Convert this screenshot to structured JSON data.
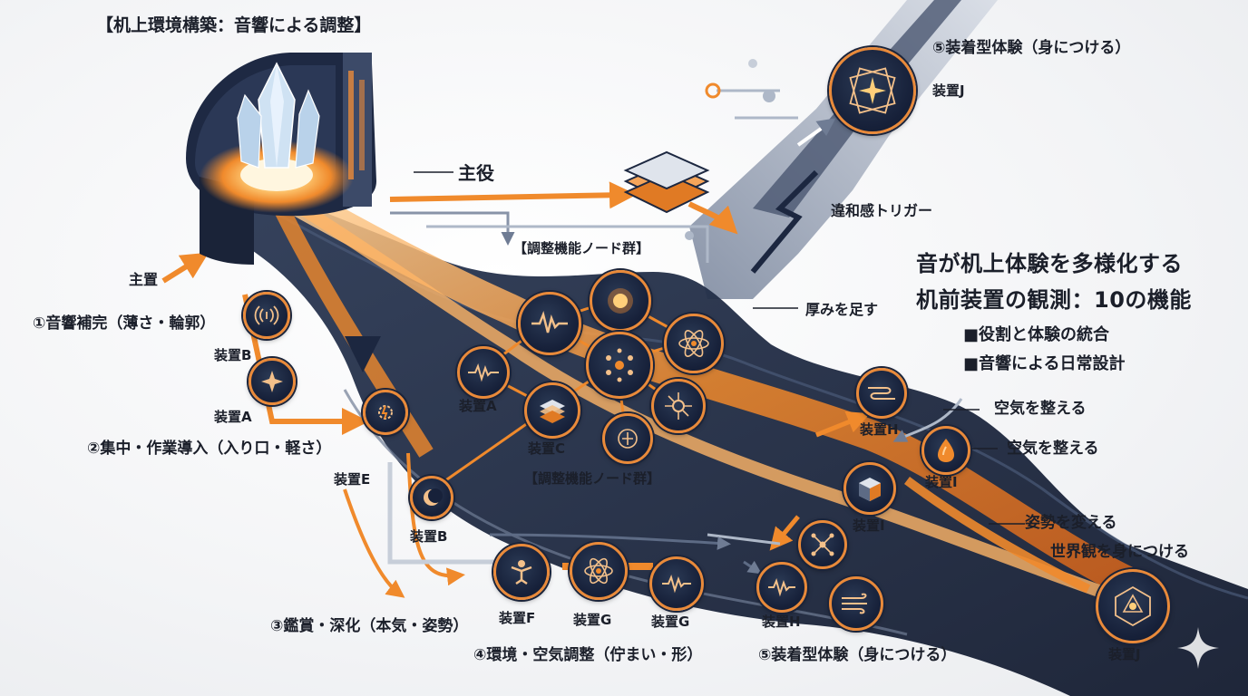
{
  "title": "【机上環境構築：音響による調整】",
  "headline": {
    "line1": "音が机上体験を多様化する",
    "line2": "机前装置の観測：10の機能",
    "bullet1": "■役割と体験の統合",
    "bullet2": "■音響による日常設計"
  },
  "labels": {
    "shuyaku": "主役",
    "shuchi": "主置",
    "node_group_top": "【調整機能ノード群】",
    "node_group_bottom": "【調整機能ノード群】",
    "iwakan": "違和感トリガー",
    "atsumi": "厚みを足す",
    "kuki1": "空気を整える",
    "kuki2": "空気を整える",
    "shisei": "姿勢を変える",
    "sekaikan": "世界観を身につける"
  },
  "stages": {
    "s1": "①音響補完（薄さ・輪郭）",
    "s2": "②集中・作業導入（入り口・軽さ）",
    "s3": "③鑑賞・深化（本気・姿勢）",
    "s4": "④環境・空気調整（佇まい・形）",
    "s5_bottom": "⑤装着型体験（身につける）",
    "s5_top": "⑤装着型体験（身につける）"
  },
  "devices": {
    "A_left": "装置A",
    "B_left": "装置B",
    "E": "装置E",
    "B_mid": "装置B",
    "A_mid": "装置A",
    "C": "装置C",
    "F": "装置F",
    "G1": "装置G",
    "G2": "装置G",
    "H_bottom": "装置H",
    "H_right": "装置H",
    "I_right": "装置I",
    "I_mid": "装置I",
    "J_top": "装置J",
    "J_bottom": "装置J"
  },
  "colors": {
    "orange": "#f08a2c",
    "navy": "#1c2740",
    "steel": "#5d6b85",
    "light_steel": "#aeb8c8"
  },
  "icons": {
    "crystal": "crystal-icon",
    "sound_wave": "sound-wave-icon",
    "sparkle": "sparkle-icon",
    "atom": "atom-icon",
    "layers": "layers-icon",
    "circuit": "circuit-icon",
    "figure": "figure-icon",
    "cube": "cube-icon",
    "drop": "drop-icon",
    "wind": "wind-icon",
    "network": "network-icon"
  }
}
